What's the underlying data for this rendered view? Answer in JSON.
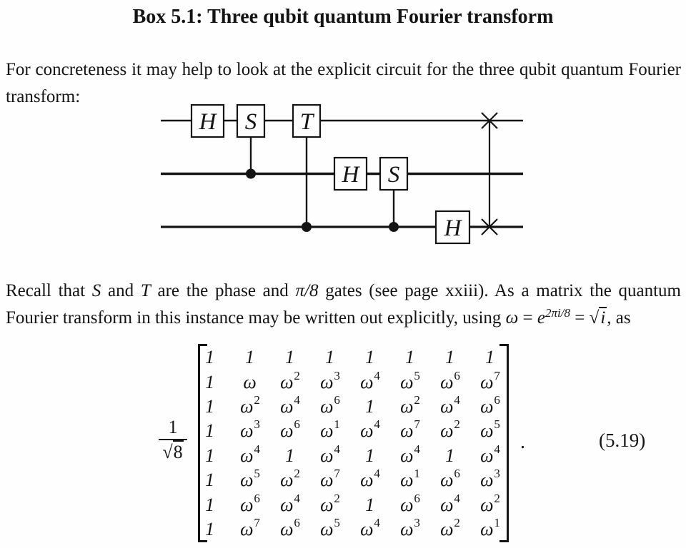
{
  "title": "Box 5.1: Three qubit quantum Fourier transform",
  "para1": "For concreteness it may help to look at the explicit circuit for the three qubit quantum Fourier transform:",
  "para2": {
    "t1": "Recall that ",
    "var_s": "S",
    "t2": " and ",
    "var_t": "T",
    "t3": " are the phase and ",
    "pi_gate": "π/8",
    "t4": " gates (see page xxiii). As a matrix the quantum Fourier transform in this instance may be written out explicitly, using ",
    "omega": "ω",
    "eq1": " = ",
    "e_base": "e",
    "e_sup": "2πi/8",
    "eq2": " = ",
    "sqrt_sign": "√",
    "sqrt_arg": "i",
    "t5": ", as"
  },
  "circuit": {
    "wires": 3,
    "gates": [
      {
        "label": "H",
        "wire": 1
      },
      {
        "label": "S",
        "wire": 1,
        "control_wire": 2
      },
      {
        "label": "T",
        "wire": 1,
        "control_wire": 3
      },
      {
        "label": "H",
        "wire": 2
      },
      {
        "label": "S",
        "wire": 2,
        "control_wire": 3
      },
      {
        "label": "H",
        "wire": 3
      }
    ],
    "swap": {
      "between_wires": [
        1,
        3
      ]
    }
  },
  "equation": {
    "prefactor": {
      "numerator": "1",
      "sqrt_sign": "√",
      "radicand": "8"
    },
    "matrix": {
      "rows": [
        [
          {
            "b": "1",
            "s": ""
          },
          {
            "b": "1",
            "s": ""
          },
          {
            "b": "1",
            "s": ""
          },
          {
            "b": "1",
            "s": ""
          },
          {
            "b": "1",
            "s": ""
          },
          {
            "b": "1",
            "s": ""
          },
          {
            "b": "1",
            "s": ""
          },
          {
            "b": "1",
            "s": ""
          }
        ],
        [
          {
            "b": "1",
            "s": ""
          },
          {
            "b": "ω",
            "s": ""
          },
          {
            "b": "ω",
            "s": "2"
          },
          {
            "b": "ω",
            "s": "3"
          },
          {
            "b": "ω",
            "s": "4"
          },
          {
            "b": "ω",
            "s": "5"
          },
          {
            "b": "ω",
            "s": "6"
          },
          {
            "b": "ω",
            "s": "7"
          }
        ],
        [
          {
            "b": "1",
            "s": ""
          },
          {
            "b": "ω",
            "s": "2"
          },
          {
            "b": "ω",
            "s": "4"
          },
          {
            "b": "ω",
            "s": "6"
          },
          {
            "b": "1",
            "s": ""
          },
          {
            "b": "ω",
            "s": "2"
          },
          {
            "b": "ω",
            "s": "4"
          },
          {
            "b": "ω",
            "s": "6"
          }
        ],
        [
          {
            "b": "1",
            "s": ""
          },
          {
            "b": "ω",
            "s": "3"
          },
          {
            "b": "ω",
            "s": "6"
          },
          {
            "b": "ω",
            "s": "1"
          },
          {
            "b": "ω",
            "s": "4"
          },
          {
            "b": "ω",
            "s": "7"
          },
          {
            "b": "ω",
            "s": "2"
          },
          {
            "b": "ω",
            "s": "5"
          }
        ],
        [
          {
            "b": "1",
            "s": ""
          },
          {
            "b": "ω",
            "s": "4"
          },
          {
            "b": "1",
            "s": ""
          },
          {
            "b": "ω",
            "s": "4"
          },
          {
            "b": "1",
            "s": ""
          },
          {
            "b": "ω",
            "s": "4"
          },
          {
            "b": "1",
            "s": ""
          },
          {
            "b": "ω",
            "s": "4"
          }
        ],
        [
          {
            "b": "1",
            "s": ""
          },
          {
            "b": "ω",
            "s": "5"
          },
          {
            "b": "ω",
            "s": "2"
          },
          {
            "b": "ω",
            "s": "7"
          },
          {
            "b": "ω",
            "s": "4"
          },
          {
            "b": "ω",
            "s": "1"
          },
          {
            "b": "ω",
            "s": "6"
          },
          {
            "b": "ω",
            "s": "3"
          }
        ],
        [
          {
            "b": "1",
            "s": ""
          },
          {
            "b": "ω",
            "s": "6"
          },
          {
            "b": "ω",
            "s": "4"
          },
          {
            "b": "ω",
            "s": "2"
          },
          {
            "b": "1",
            "s": ""
          },
          {
            "b": "ω",
            "s": "6"
          },
          {
            "b": "ω",
            "s": "4"
          },
          {
            "b": "ω",
            "s": "2"
          }
        ],
        [
          {
            "b": "1",
            "s": ""
          },
          {
            "b": "ω",
            "s": "7"
          },
          {
            "b": "ω",
            "s": "6"
          },
          {
            "b": "ω",
            "s": "5"
          },
          {
            "b": "ω",
            "s": "4"
          },
          {
            "b": "ω",
            "s": "3"
          },
          {
            "b": "ω",
            "s": "2"
          },
          {
            "b": "ω",
            "s": "1"
          }
        ]
      ]
    },
    "period": ".",
    "label": "(5.19)"
  }
}
